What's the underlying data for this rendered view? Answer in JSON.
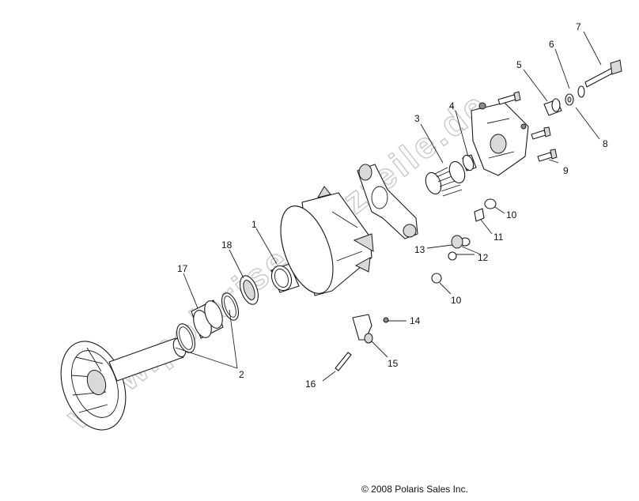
{
  "diagram": {
    "callouts": [
      {
        "id": "c1",
        "text": "1"
      },
      {
        "id": "c2",
        "text": "2"
      },
      {
        "id": "c3",
        "text": "3"
      },
      {
        "id": "c4",
        "text": "4"
      },
      {
        "id": "c5",
        "text": "5"
      },
      {
        "id": "c6",
        "text": "6"
      },
      {
        "id": "c7",
        "text": "7"
      },
      {
        "id": "c8",
        "text": "8"
      },
      {
        "id": "c9",
        "text": "9"
      },
      {
        "id": "c10a",
        "text": "10"
      },
      {
        "id": "c10b",
        "text": "10"
      },
      {
        "id": "c11",
        "text": "11"
      },
      {
        "id": "c12",
        "text": "12"
      },
      {
        "id": "c13",
        "text": "13"
      },
      {
        "id": "c14",
        "text": "14"
      },
      {
        "id": "c15",
        "text": "15"
      },
      {
        "id": "c16",
        "text": "16"
      },
      {
        "id": "c17",
        "text": "17"
      },
      {
        "id": "c18",
        "text": "18"
      }
    ],
    "watermark": "www.polarisersatzteile.de",
    "copyright": "© 2008 Polaris Sales Inc."
  }
}
